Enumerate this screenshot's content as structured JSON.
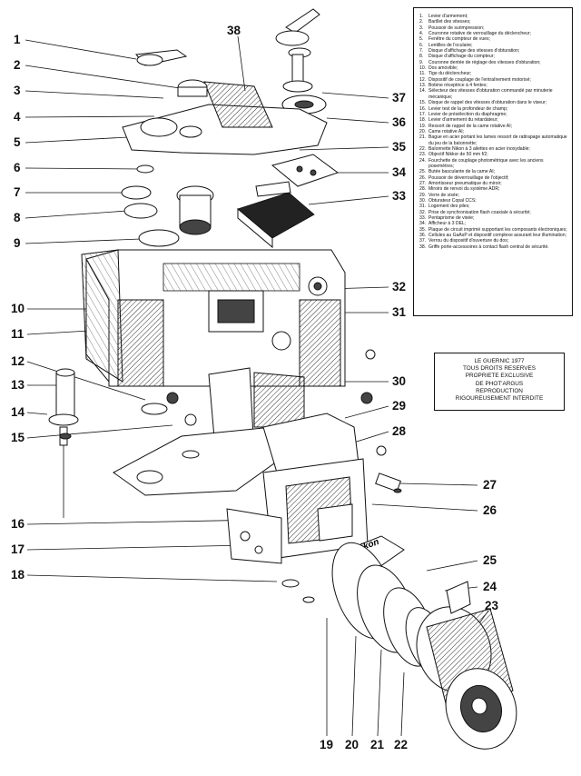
{
  "callouts": [
    "1",
    "2",
    "3",
    "4",
    "5",
    "6",
    "7",
    "8",
    "9",
    "10",
    "11",
    "12",
    "13",
    "14",
    "15",
    "16",
    "17",
    "18",
    "19",
    "20",
    "21",
    "22",
    "23",
    "24",
    "25",
    "26",
    "27",
    "28",
    "29",
    "30",
    "31",
    "32",
    "33",
    "34",
    "35",
    "36",
    "37",
    "38"
  ],
  "legend": [
    {
      "n": "1.",
      "t": "Levier d'armement;"
    },
    {
      "n": "2.",
      "t": "Barillet des vitesses;"
    },
    {
      "n": "3.",
      "t": "Poussoir de surimpression;"
    },
    {
      "n": "4.",
      "t": "Couronne rotative de verrouillage du déclencheur;"
    },
    {
      "n": "5.",
      "t": "Fenêtre du compteur de vues;"
    },
    {
      "n": "6.",
      "t": "Lentilles de l'oculaire;"
    },
    {
      "n": "7.",
      "t": "Disque d'affichage des vitesses d'obturation;"
    },
    {
      "n": "8.",
      "t": "Disque d'affichage du compteur;"
    },
    {
      "n": "9.",
      "t": "Couronne dentée de réglage des vitesses d'obturation;"
    },
    {
      "n": "10.",
      "t": "Dos amovible;"
    },
    {
      "n": "11.",
      "t": "Tige du déclencheur;"
    },
    {
      "n": "12.",
      "t": "Dispositif de couplage de l'entraînement motorisé;"
    },
    {
      "n": "13.",
      "t": "Bobine réceptrice à 4 fentes;"
    },
    {
      "n": "14.",
      "t": "Sélecteur des vitesses d'obturation commandé par minuterie mécanique;"
    },
    {
      "n": "15.",
      "t": "Disque de rappel des vitesses d'obturation dans le viseur;"
    },
    {
      "n": "16.",
      "t": "Levier test de la profondeur de champ;"
    },
    {
      "n": "17.",
      "t": "Levier de présélection du diaphragme;"
    },
    {
      "n": "18.",
      "t": "Levier d'armement du retardateur;"
    },
    {
      "n": "19.",
      "t": "Ressort de rappel de la came rotative AI;"
    },
    {
      "n": "20.",
      "t": "Came rotative AI;"
    },
    {
      "n": "21.",
      "t": "Bague en acier portant les lames ressort de rattrapage automatique du jeu de la baïonnette;"
    },
    {
      "n": "22.",
      "t": "Baïonnette Nikon à 3 ailettes en acier inoxydable;"
    },
    {
      "n": "23.",
      "t": "Objectif Nikkor de 50 mm f/2;"
    },
    {
      "n": "24.",
      "t": "Fourchette de couplage photométrique avec les anciens posemètres;"
    },
    {
      "n": "25.",
      "t": "Butée basculante de la came AI;"
    },
    {
      "n": "26.",
      "t": "Poussoir de déverrouillage de l'objectif;"
    },
    {
      "n": "27.",
      "t": "Amortisseur pneumatique du miroir;"
    },
    {
      "n": "28.",
      "t": "Miroirs de renvoi du système ADR;"
    },
    {
      "n": "29.",
      "t": "Verre de visée;"
    },
    {
      "n": "30.",
      "t": "Obturateur Copal CCS;"
    },
    {
      "n": "31.",
      "t": "Logement des piles;"
    },
    {
      "n": "32.",
      "t": "Prise de synchronisation flash coaxiale à sécurité;"
    },
    {
      "n": "33.",
      "t": "Pentaprisme de visée;"
    },
    {
      "n": "34.",
      "t": "Afficheur à 3 DEL;"
    },
    {
      "n": "35.",
      "t": "Plaque de circuit imprimé supportant les composants électroniques;"
    },
    {
      "n": "36.",
      "t": "Cellules au GaAsP et dispositif complexe assurant leur illumination;"
    },
    {
      "n": "37.",
      "t": "Verrou du dispositif d'ouverture du dos;"
    },
    {
      "n": "38.",
      "t": "Griffe porte-accessoires à contact flash central de sécurité."
    }
  ],
  "copyright": [
    "LE GUERNIC 1977",
    "TOUS DROITS RESERVES",
    "PROPRIETE EXCLUSIVE",
    "DE PHOT'ARGUS",
    "REPRODUCTION",
    "RIGOUREUSEMENT INTERDITE"
  ],
  "brand_text": "Nikon",
  "colors": {
    "ink": "#111111",
    "paper": "#ffffff"
  }
}
